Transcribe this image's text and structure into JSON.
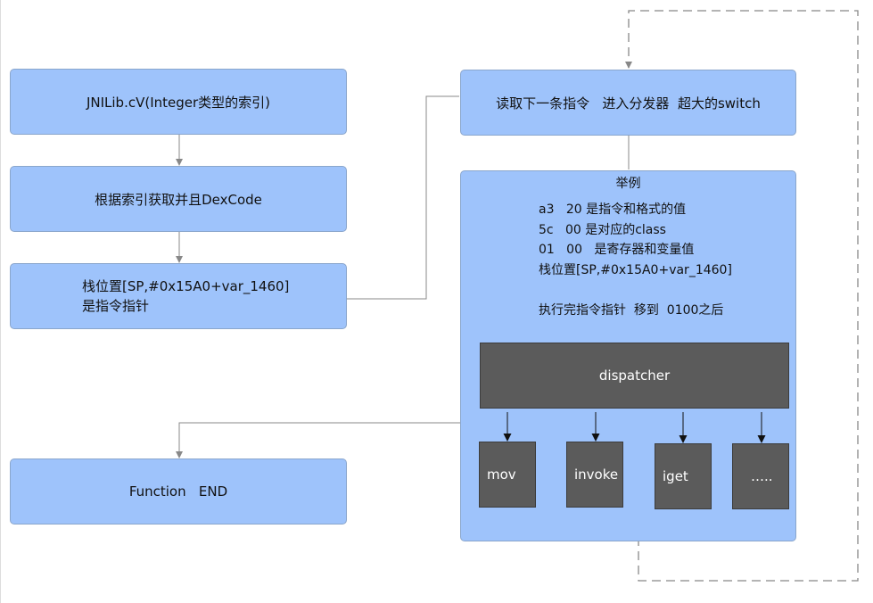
{
  "colors": {
    "node_fill": "#9ec3fb",
    "node_border": "#8aa6cc",
    "dark_fill": "#5b5b5b",
    "connector": "#888888",
    "arrow": "#111111"
  },
  "left_column": {
    "box1": "JNILib.cV(Integer类型的索引)",
    "box2": "根据索引获取并且DexCode",
    "box3_line1": "栈位置[SP,#0x15A0+var_1460]",
    "box3_line2": "是指令指针",
    "end": "Function   END"
  },
  "right_column": {
    "read_box": "读取下一条指令   进入分发器  超大的switch",
    "example": {
      "title": "举例",
      "lines": [
        "a3   20 是指令和格式的值",
        "5c   00 是对应的class",
        "01   00   是寄存器和变量值",
        "栈位置[SP,#0x15A0+var_1460]",
        "执行完指令指针  移到  0100之后"
      ],
      "dispatcher": "dispatcher",
      "handlers": [
        "mov",
        "invoke",
        "iget",
        "….."
      ]
    }
  }
}
